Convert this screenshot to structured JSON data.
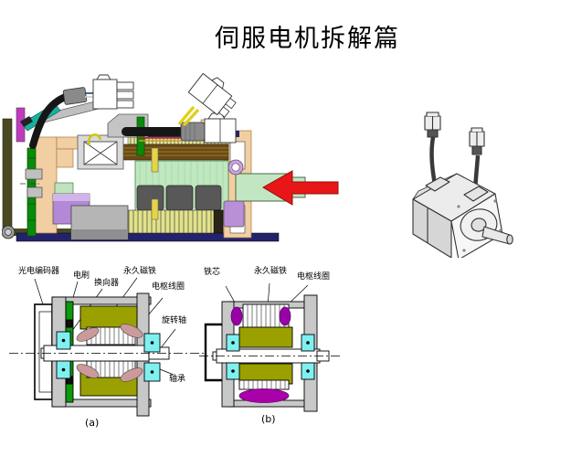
{
  "title": "伺服电机拆解篇",
  "captions": {
    "a": "(a)",
    "b": "(b)"
  },
  "diagram_a": {
    "labels": {
      "encoder": "光电编码器",
      "brush": "电刷",
      "commutator": "换向器",
      "magnet": "永久磁铁",
      "armature_coil": "电枢线圈",
      "shaft": "旋转轴",
      "bearing": "轴承"
    }
  },
  "diagram_b": {
    "labels": {
      "core": "铁芯",
      "magnet": "永久磁铁",
      "armature_coil": "电枢线圈"
    }
  },
  "colors": {
    "arrow_red": "#e81616",
    "magnet_olive": "#9aa000",
    "bearing_cyan": "#7ff0f0",
    "commutator_green": "#0a9a0a",
    "coil_pink": "#cc9a9a",
    "coil_purple": "#9900a8",
    "housing_peach": "#f2cfa2",
    "rotor_green": "#bfe8bf",
    "frame_gray": "#c8c8c8",
    "winding_yellow": "#e2e28a",
    "winding_brown": "#6b4a14",
    "rail_navy": "#23236b"
  }
}
